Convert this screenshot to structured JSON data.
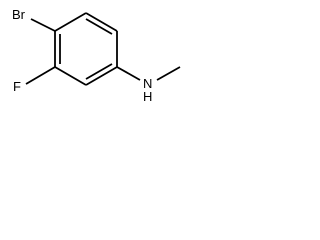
{
  "molecule": {
    "atoms": {
      "bromine": "Br",
      "fluorine": "F",
      "nitrogen": "N",
      "hydrogen": "H"
    },
    "colors": {
      "bond": "#000000",
      "label": "#000000",
      "background": "#ffffff"
    }
  }
}
